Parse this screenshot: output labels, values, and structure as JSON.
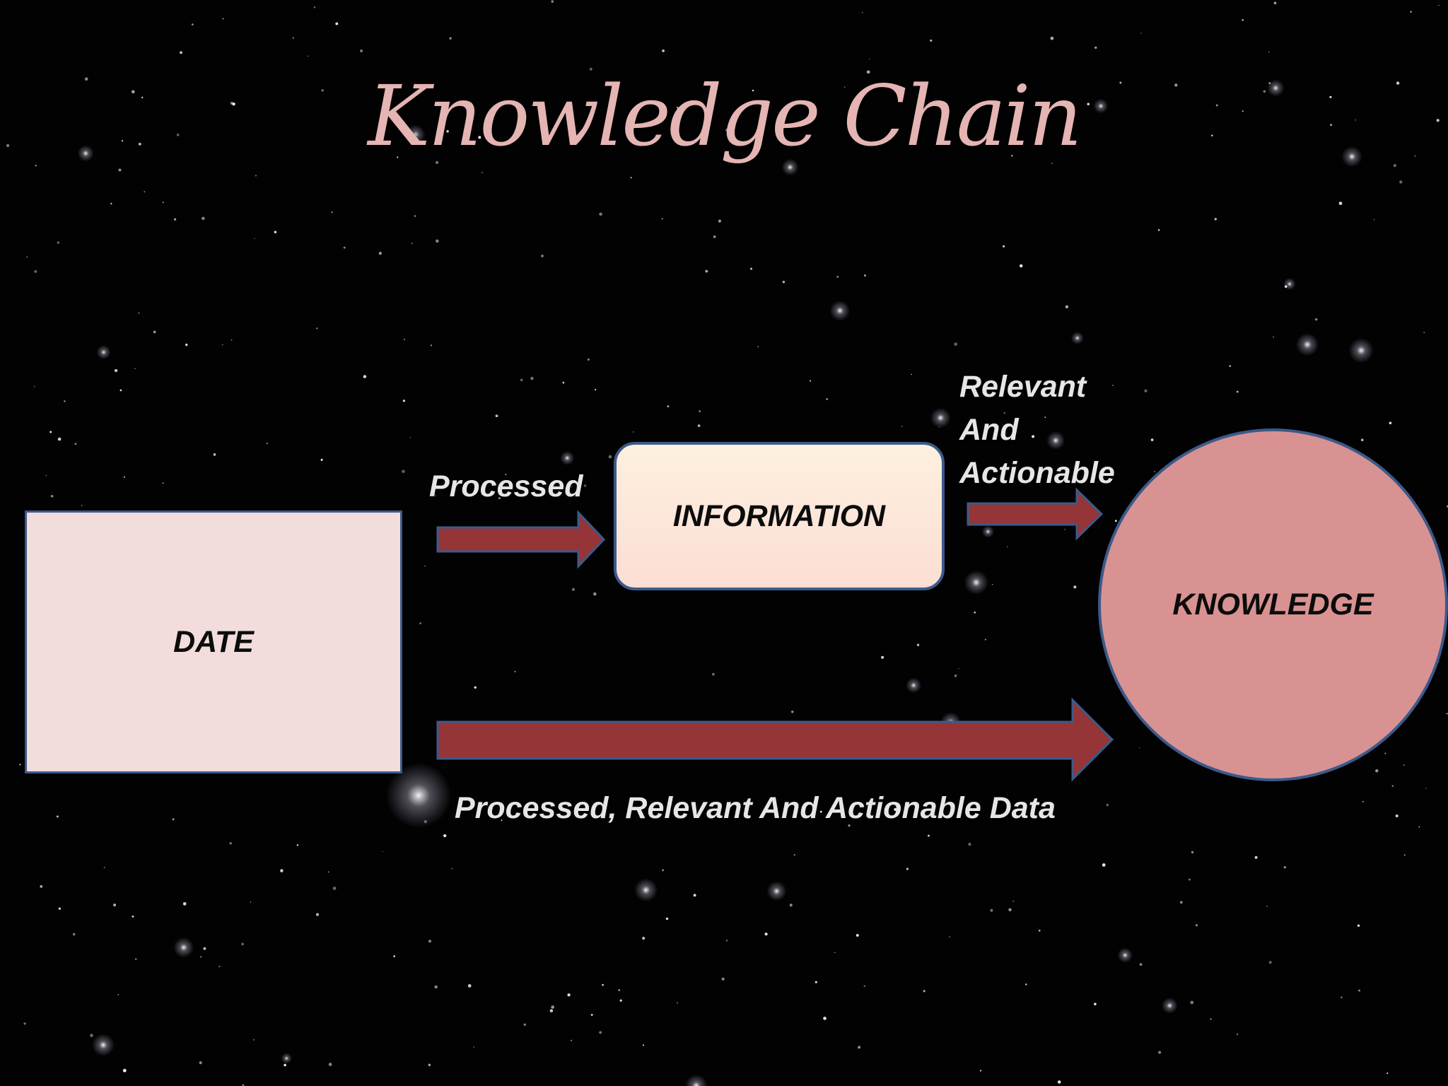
{
  "title": "Knowledge Chain",
  "nodes": {
    "data": "DATE",
    "information": "INFORMATION",
    "knowledge": "KNOWLEDGE"
  },
  "edges": {
    "data_to_information": "Processed",
    "information_to_knowledge": [
      "Relevant",
      "And",
      "Actionable"
    ],
    "data_to_knowledge": "Processed, Relevant And Actionable Data"
  },
  "colors": {
    "background": "#030203",
    "title": "#e5b5b3",
    "data_box": "#f2dcdc",
    "information_box": "#fdf0df",
    "knowledge_circle": "#d99292",
    "border": "#3b5a8a",
    "arrow": "#953537"
  }
}
